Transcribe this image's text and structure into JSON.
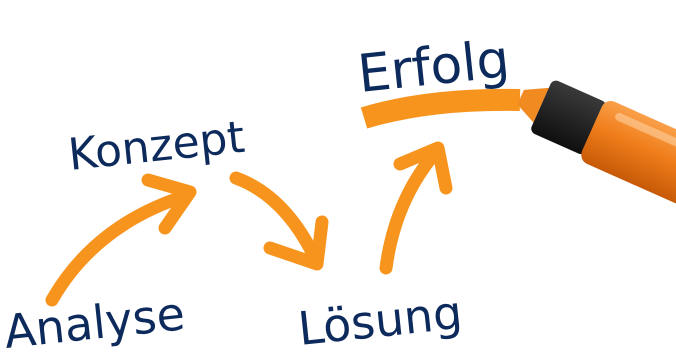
{
  "words": {
    "analyse": "Analyse",
    "konzept": "Konzept",
    "loesung": "Lösung",
    "erfolg": "Erfolg"
  },
  "colors": {
    "text": "#0d2a5c",
    "arrow": "#f7941d",
    "highlight": "#f7941d",
    "marker_body": "#f07d1a",
    "marker_tip": "#1c1c1c"
  },
  "icons": {
    "arrows": "curved-arrow",
    "marker": "highlighter-marker-icon"
  }
}
